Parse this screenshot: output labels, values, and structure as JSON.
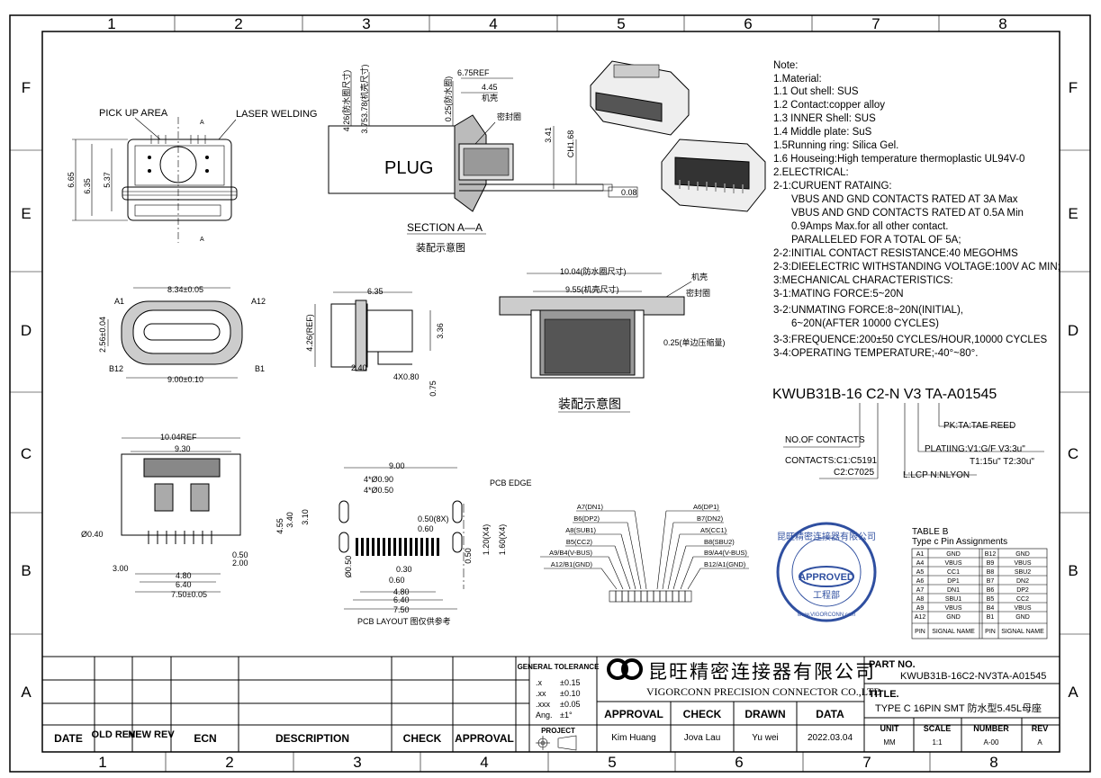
{
  "border": {
    "cols": [
      "1",
      "2",
      "3",
      "4",
      "5",
      "6",
      "7",
      "8"
    ],
    "rows": [
      "F",
      "E",
      "D",
      "C",
      "B",
      "A"
    ]
  },
  "views": {
    "pick_up_area": "PICK UP AREA",
    "laser_welding": "LASER WELDING",
    "plug": "PLUG",
    "section": "SECTION A—A",
    "assembly_cn": "装配示意图",
    "shell_cn": "机壳",
    "seal_cn": "密封圈",
    "pcb_edge": "PCB EDGE",
    "pcb_layout": "PCB LAYOUT 图仅供参考",
    "label_a": "A",
    "A1": "A1",
    "A12": "A12",
    "B12": "B12",
    "B1": "B1"
  },
  "dims": {
    "d6_65": "6.65",
    "d6_35": "6.35",
    "d5_37": "5.37",
    "d4_26": "4.26(防水圈尺寸)",
    "d3_75": "3.753.78(机壳尺寸)",
    "d6_75ref": "6.75REF",
    "d4_45": "4.45",
    "d0_25": "0.25(防水圈)",
    "d3_41": "3.41",
    "d1_68": "CH1.68",
    "d0_08": "0.08",
    "d8_34": "8.34±0.05",
    "d2_56": "2.56±0.04",
    "d9_00": "9.00±0.10",
    "d6_35b": "6.35",
    "d4_26ref": "4.26(REF)",
    "d3_36": "3.36",
    "d2_40": "2.40",
    "d4x0_80": "4X0.80",
    "d0_75": "0.75",
    "d10_04": "10.04(防水圈尺寸)",
    "d9_55": "9.55(机壳尺寸)",
    "d0_25b": "0.25(单边压缩量)",
    "d10_04ref": "10.04REF",
    "d9_30": "9.30",
    "d0_40": "Ø0.40",
    "d3_00": "3.00",
    "d4_80": "4.80",
    "d6_40": "6.40",
    "d7_50": "7.50±0.05",
    "d0_50": "0.50",
    "d2_00": "2.00",
    "p9_00": "9.00",
    "p4x0_90": "4*Ø0.90",
    "p4x0_50": "4*Ø0.50",
    "p4_55": "4.55",
    "p3_40": "3.40",
    "p3_10": "3.10",
    "p0_50_8x": "0.50(8X)",
    "p0_60": "0.60",
    "p1_20x4": "1.20(X4)",
    "p1_60x4": "1.60(X4)",
    "p0_50": "0.50",
    "p0_50b": "Ø0.50",
    "p0_30": "0.30",
    "p0_60b": "0.60",
    "p4_80": "4.80",
    "p6_40": "6.40",
    "p7_50": "7.50"
  },
  "pins_left": [
    "A7(DN1)",
    "B6(DP2)",
    "A8(SUB1)",
    "B5(CC2)",
    "A9/B4(V-BUS)",
    "A12/B1(GND)"
  ],
  "pins_right": [
    "A6(DP1)",
    "B7(DN2)",
    "A5(CC1)",
    "B8(SBU2)",
    "B9/A4(V-BUS)",
    "B12/A1(GND)"
  ],
  "notes": [
    "Note:",
    "1.Material:",
    "1.1  Out shell: SUS",
    "1.2  Contact:copper alloy",
    "1.3  INNER Shell: SUS",
    "1.4  Middle plate: SuS",
    "1.5Running ring: Silica Gel.",
    "1.6  Houseing:High temperature thermoplastic UL94V-0",
    "2.ELECTRICAL:",
    "2-1:CURUENT RATAING:",
    "      VBUS AND GND CONTACTS RATED AT 3A Max",
    "      VBUS AND GND CONTACTS RATED AT 0.5A Min",
    "      0.9Amps Max.for all other contact.",
    "      PARALLELED FOR A TOTAL OF 5A;",
    "2-2:INITIAL CONTACT RESISTANCE:40 MEGOHMS",
    "2-3:DIEELECTRIC WITHSTANDING VOLTAGE:100V AC MIN;",
    "3:MECHANICAL CHARACTERISTICS:",
    "3-1:MATING FORCE:5~20N",
    "3-2:UNMATING FORCE:8~20N(INITIAL),",
    "      6~20N(AFTER 10000 CYCLES)",
    "3-3:FREQUENCE:200±50 CYCLES/HOUR,10000 CYCLES",
    "3-4:OPERATING TEMPERATURE;-40°~80°."
  ],
  "part_code": {
    "code": "KWUB31B-16 C2-N V3 TA-A01545",
    "pk": "PK:TA:TAE REED",
    "no_contacts": "NO.OF CONTACTS",
    "plating": "PLATIING:V1:G/F  V3:3u\"",
    "plating2": "T1:15u\"  T2:30u\"",
    "contacts": "CONTACTS:C1:C5191",
    "contacts2": "C2:C7025",
    "lcp": "L:LCP  N:NLYON"
  },
  "table_b": {
    "title": "TABLE B",
    "subtitle": "Type c Pin Assignments",
    "rows": [
      [
        "A1",
        "GND",
        "B12",
        "GND"
      ],
      [
        "A4",
        "VBUS",
        "B9",
        "VBUS"
      ],
      [
        "A5",
        "CC1",
        "B8",
        "SBU2"
      ],
      [
        "A6",
        "DP1",
        "B7",
        "DN2"
      ],
      [
        "A7",
        "DN1",
        "B6",
        "DP2"
      ],
      [
        "A8",
        "SBU1",
        "B5",
        "CC2"
      ],
      [
        "A9",
        "VBUS",
        "B4",
        "VBUS"
      ],
      [
        "A12",
        "GND",
        "B1",
        "GND"
      ]
    ],
    "footer": [
      "PIN",
      "SIGNAL NAME",
      "PIN",
      "SIGNAL NAME"
    ]
  },
  "stamp": {
    "approved": "APPROVED",
    "dept": "工程部",
    "ring": "昆旺精密连接器有限公司",
    "url": "www.VIGORCONN.com"
  },
  "title_block": {
    "rev_headers": [
      "DATE",
      "OLD REV",
      "NEW REV",
      "ECN",
      "DESCRIPTION",
      "CHECK",
      "APPROVAL"
    ],
    "tolerance_title": "GENERAL TOLERANCE",
    "tolerances": [
      [
        ".x",
        "±0.15"
      ],
      [
        ".xx",
        "±0.10"
      ],
      [
        ".xxx",
        "±0.05"
      ],
      [
        "Ang.",
        "±1°"
      ]
    ],
    "project": "PROJECT",
    "company_cn": "昆旺精密连接器有限公司",
    "company_en": "VIGORCONN PRECISION CONNECTOR CO.,LTD",
    "sign_headers": [
      "APPROVAL",
      "CHECK",
      "DRAWN",
      "DATA"
    ],
    "sign_values": [
      "Kim Huang",
      "Jova Lau",
      "Yu wei",
      "2022.03.04"
    ],
    "part_no_label": "PART NO.",
    "part_no": "KWUB31B-16C2-NV3TA-A01545",
    "title_label": "TITLE.",
    "title": "TYPE C 16PIN SMT 防水型5.45L母座",
    "unit_label": "UNIT",
    "unit": "MM",
    "scale_label": "SCALE",
    "scale": "1:1",
    "number_label": "NUMBER",
    "number": "A-00",
    "rev_label": "REV",
    "rev": "A"
  }
}
